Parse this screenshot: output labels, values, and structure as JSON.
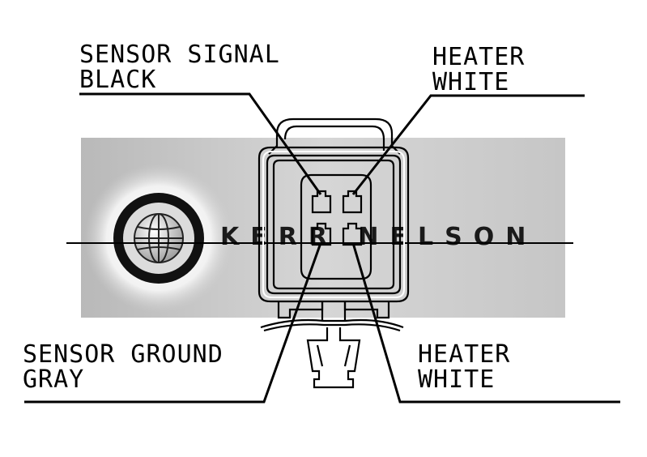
{
  "labels": {
    "top_left_line1": "SENSOR SIGNAL",
    "top_left_line2": "BLACK",
    "top_right_line1": "HEATER",
    "top_right_line2": "WHITE",
    "bottom_left_line1": "SENSOR GROUND",
    "bottom_left_line2": "GRAY",
    "bottom_right_line1": "HEATER",
    "bottom_right_line2": "WHITE"
  },
  "watermark": {
    "brand": "KERR NELSON",
    "logo_icon": "globe-icon"
  },
  "colors": {
    "banner_light": "#e4e4e4",
    "banner_dark": "#b8b8b8"
  }
}
